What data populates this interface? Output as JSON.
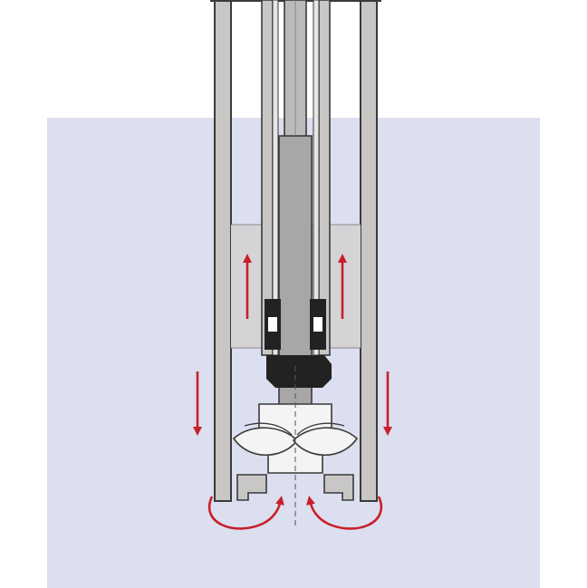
{
  "diagram": {
    "colors": {
      "background": "#ffffff",
      "liquid": "#dcdfef",
      "housing_fill": "#c9c6c6",
      "housing_stroke": "#3a3a3a",
      "bearing_zone": "#d6d3d6",
      "seal": "#222222",
      "impeller": "#f4f4f4",
      "flow_arrow": "#c8202b",
      "centerline": "#555555"
    },
    "components": [
      {
        "id": "tank-liquid",
        "icon": "liquid-region"
      },
      {
        "id": "outer-casing",
        "icon": "pipe-wall"
      },
      {
        "id": "column-pipe",
        "icon": "pipe-wall"
      },
      {
        "id": "drive-shaft",
        "icon": "shaft"
      },
      {
        "id": "mechanical-seal",
        "icon": "seal"
      },
      {
        "id": "impeller",
        "icon": "screw-impeller"
      },
      {
        "id": "suction-inlet",
        "icon": "inlet"
      }
    ],
    "flow_arrows": [
      {
        "id": "up-left",
        "direction": "up"
      },
      {
        "id": "up-right",
        "direction": "up"
      },
      {
        "id": "down-left",
        "direction": "down"
      },
      {
        "id": "down-right",
        "direction": "down"
      },
      {
        "id": "inlet-left",
        "direction": "curved-in"
      },
      {
        "id": "inlet-right",
        "direction": "curved-in"
      }
    ]
  }
}
